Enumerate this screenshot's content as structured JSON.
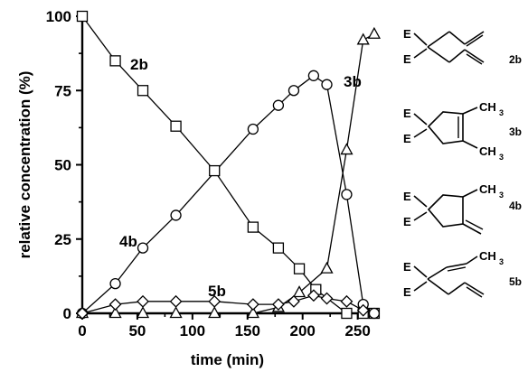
{
  "chart_data": {
    "type": "line",
    "xlabel": "time (min)",
    "ylabel": "relative concentration (%)",
    "xlim": [
      0,
      270
    ],
    "ylim": [
      0,
      100
    ],
    "xticks": [
      "0",
      "50",
      "100",
      "150",
      "200",
      "250"
    ],
    "yticks": [
      "0",
      "25",
      "50",
      "75",
      "100"
    ],
    "grid": false,
    "series": [
      {
        "name": "2b",
        "marker": "square",
        "x": [
          0,
          30,
          55,
          85,
          120,
          155,
          178,
          197,
          212,
          240,
          255,
          265
        ],
        "y": [
          100,
          85,
          75,
          63,
          48,
          29,
          22,
          15,
          8,
          0,
          0,
          0
        ]
      },
      {
        "name": "4b",
        "marker": "circle",
        "x": [
          0,
          30,
          55,
          85,
          155,
          178,
          192,
          210,
          222,
          240,
          255,
          265
        ],
        "y": [
          0,
          10,
          22,
          33,
          62,
          70,
          75,
          80,
          77,
          40,
          3,
          0
        ]
      },
      {
        "name": "3b",
        "marker": "triangle",
        "x": [
          0,
          30,
          55,
          85,
          120,
          155,
          178,
          197,
          222,
          240,
          255,
          265
        ],
        "y": [
          0,
          0,
          0,
          0,
          0,
          0,
          2,
          7,
          15,
          55,
          92,
          94
        ]
      },
      {
        "name": "5b",
        "marker": "diamond",
        "x": [
          0,
          30,
          55,
          85,
          120,
          155,
          178,
          192,
          210,
          222,
          240,
          255
        ],
        "y": [
          0,
          3,
          4,
          4,
          4,
          3,
          3,
          4,
          6,
          5,
          4,
          1
        ]
      }
    ]
  },
  "structures": {
    "e_symbol": "E",
    "ch3": "CH",
    "sub3": "3",
    "labels": [
      "2b",
      "3b",
      "4b",
      "5b"
    ]
  }
}
